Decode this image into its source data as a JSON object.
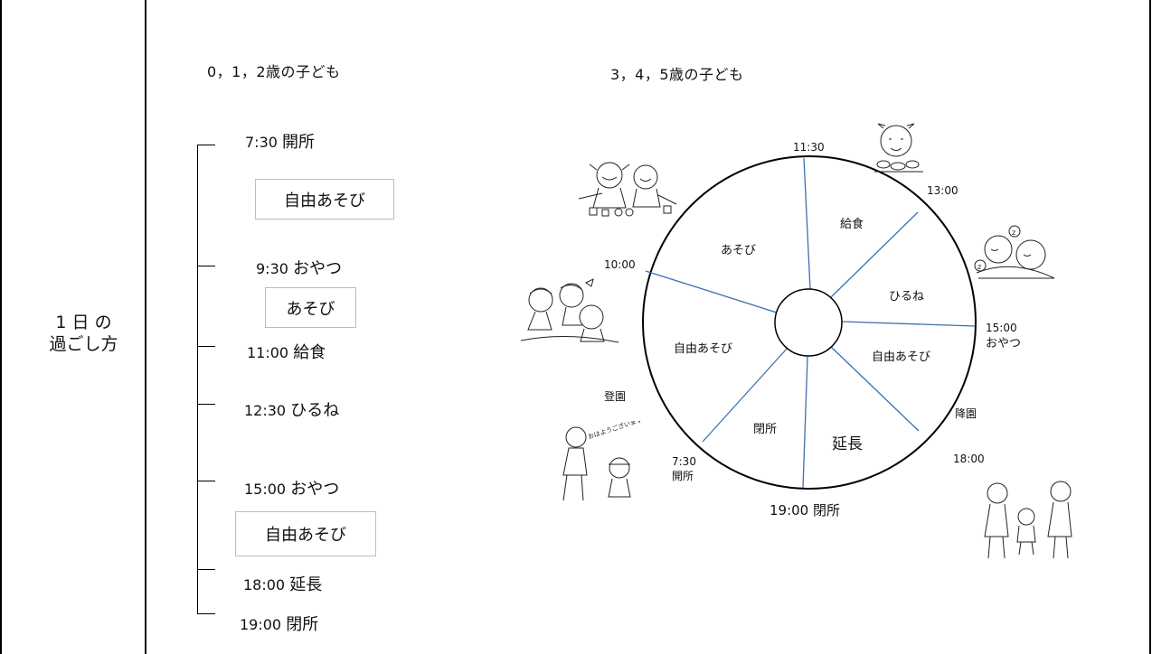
{
  "row_label": [
    "1 日 の",
    "過ごし方"
  ],
  "headings": {
    "young": "0，1，2歳の子ども",
    "older": "3，4，5歳の子ども"
  },
  "timeline": [
    {
      "time": "7:30",
      "activity": "開所"
    },
    {
      "time": "9:30",
      "activity": "おやつ"
    },
    {
      "time": "11:00",
      "activity": "給食"
    },
    {
      "time": "12:30",
      "activity": "ひるね"
    },
    {
      "time": "15:00",
      "activity": "おやつ"
    },
    {
      "time": "18:00",
      "activity": "延長"
    },
    {
      "time": "19:00",
      "activity": "閉所"
    }
  ],
  "timeline_boxes": [
    "自由あそび",
    "あそび",
    "自由あそび"
  ],
  "wheel": {
    "segments": [
      "あそび",
      "給食",
      "ひるね",
      "自由あそび",
      "延長",
      "閉所",
      "自由あそび"
    ],
    "times": {
      "t1130": "11:30",
      "t1300": "13:00",
      "t1000": "10:00",
      "t1500": "15:00",
      "t1500_sub": "おやつ",
      "arrive": "登園",
      "leave": "降園",
      "t1800": "18:00",
      "t730": "7:30",
      "t730_sub": "開所",
      "close": "19:00 閉所"
    }
  },
  "illustrations": [
    "children-playing-blocks",
    "child-eating-lunch",
    "children-sleeping",
    "children-playing-sand",
    "child-greeting-parent",
    "parent-picking-up-child"
  ],
  "illustration_text": "おはようございます！"
}
